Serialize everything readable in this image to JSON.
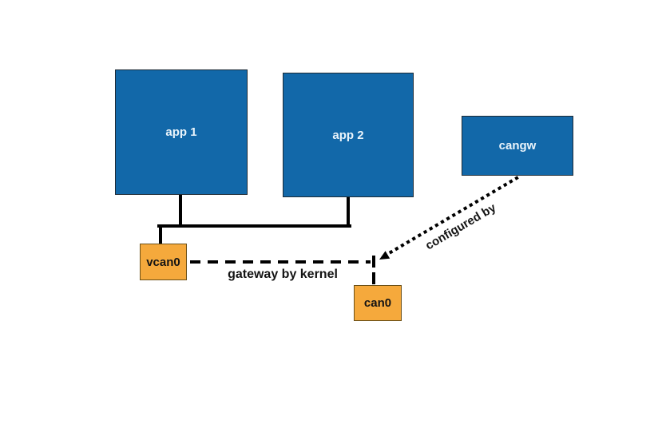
{
  "diagram": {
    "background_color": "#ffffff",
    "colors": {
      "process_fill": "#1268a9",
      "process_text": "#eaf4fb",
      "interface_fill": "#f5a93c",
      "interface_border": "#6b4f17",
      "interface_text": "#141414",
      "line_color": "#000000"
    },
    "nodes": [
      {
        "id": "app1",
        "label": "app 1",
        "type": "process"
      },
      {
        "id": "app2",
        "label": "app 2",
        "type": "process"
      },
      {
        "id": "cangw",
        "label": "cangw",
        "type": "process"
      },
      {
        "id": "vcan0",
        "label": "vcan0",
        "type": "interface"
      },
      {
        "id": "can0",
        "label": "can0",
        "type": "interface"
      }
    ],
    "edges": [
      {
        "from": "app1",
        "to": "vcan0",
        "style": "solid",
        "label": ""
      },
      {
        "from": "app2",
        "to": "vcan0",
        "style": "solid",
        "label": ""
      },
      {
        "from": "vcan0",
        "to": "can0",
        "style": "dashed",
        "label": "gateway by kernel"
      },
      {
        "from": "cangw",
        "to": "vcan0-can0-link",
        "style": "dotted-arrow",
        "label": "configured by"
      }
    ]
  }
}
